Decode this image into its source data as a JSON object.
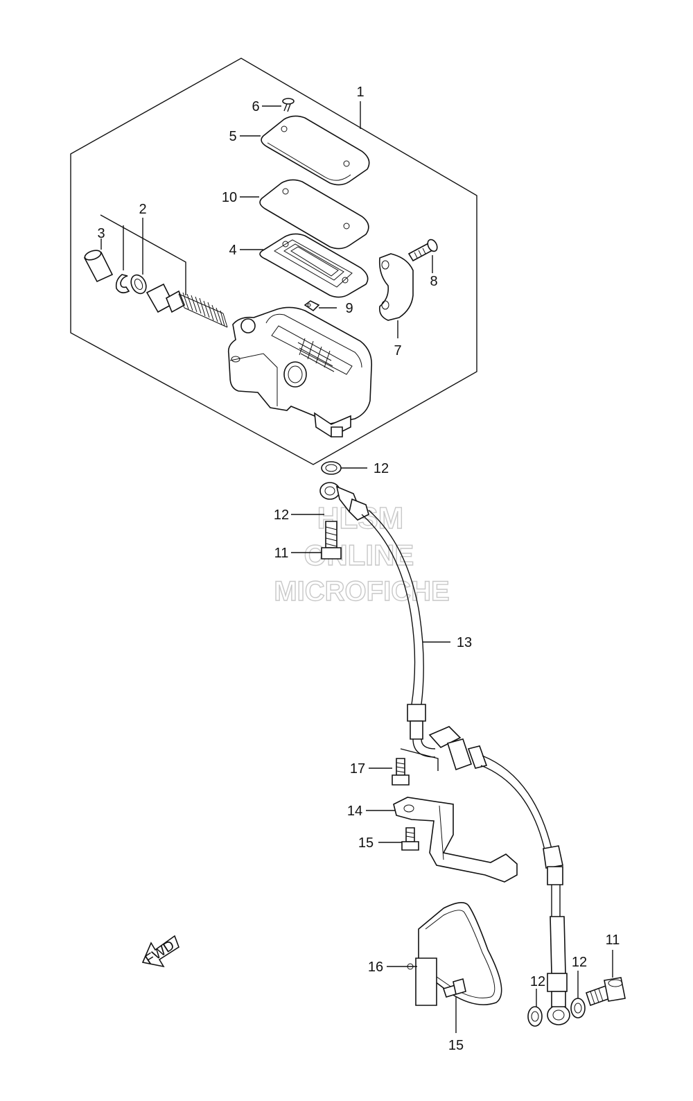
{
  "callouts": {
    "c1": "1",
    "c2": "2",
    "c3": "3",
    "c4": "4",
    "c5": "5",
    "c6": "6",
    "c7": "7",
    "c8": "8",
    "c9": "9",
    "c10": "10",
    "c11a": "11",
    "c11b": "11",
    "c12a": "12",
    "c12b": "12",
    "c12c": "12",
    "c12d": "12",
    "c13": "13",
    "c14": "14",
    "c15a": "15",
    "c15b": "15",
    "c16": "16",
    "c17": "17"
  },
  "watermark": {
    "line1": "HLSM",
    "line2": "ONLINE",
    "line3": "MICROFICHE"
  },
  "fwd_arrow": {
    "label": "FWD"
  }
}
